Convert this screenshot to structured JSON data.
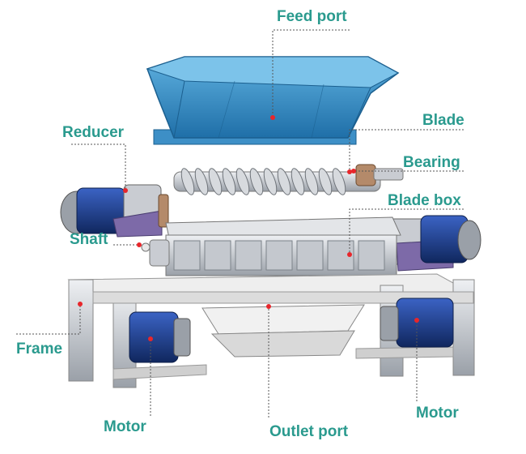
{
  "colors": {
    "label": "#2a9a8e",
    "dot": "#e8262b",
    "leader": "#555555",
    "hopper": "#2e8bc0",
    "hopper_dark": "#1b5f8f",
    "motor_blue": "#1f3f8f",
    "steel": "#c9ccd2",
    "steel_dark": "#8d9299",
    "frame": "#dcdcdc"
  },
  "labels": {
    "feed_port": "Feed port",
    "blade": "Blade",
    "bearing": "Bearing",
    "reducer": "Reducer",
    "blade_box": "Blade box",
    "shaft": "Shaft",
    "frame": "Frame",
    "motor_left": "Motor",
    "outlet_port": "Outlet port",
    "motor_right": "Motor"
  }
}
